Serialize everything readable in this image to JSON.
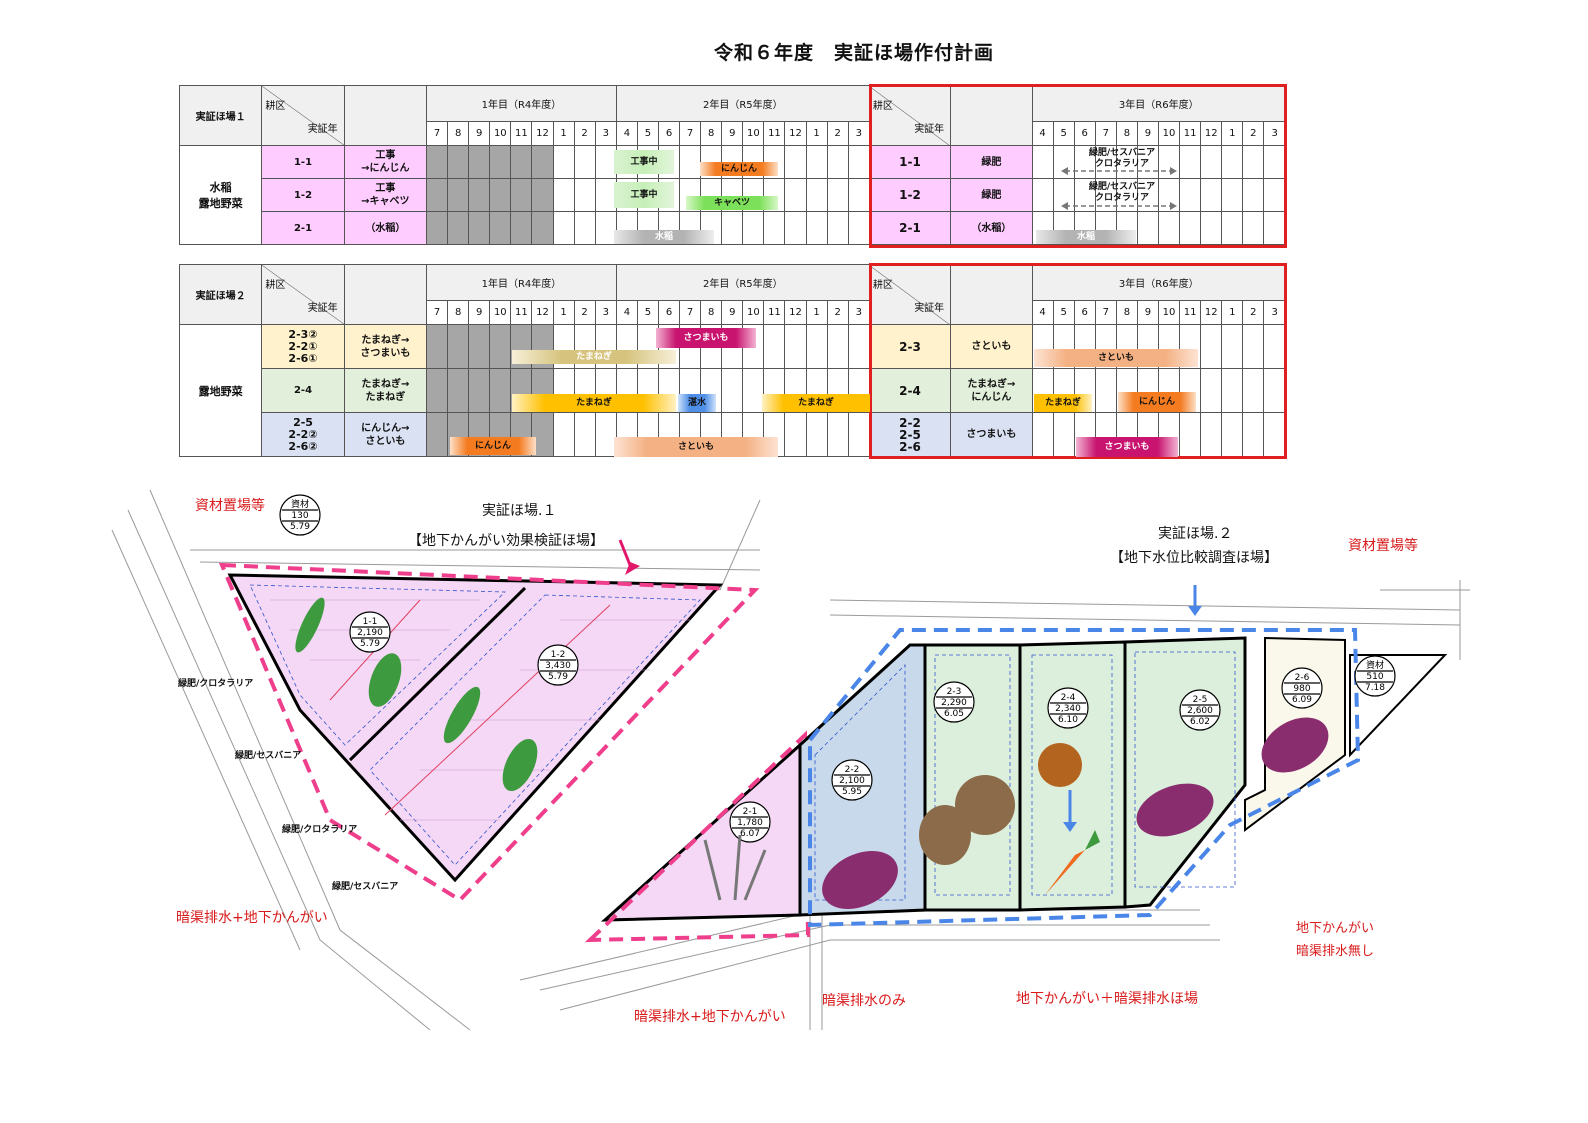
{
  "title": "令和６年度　実証ほ場作付計画",
  "table1": {
    "field_label": "実証ほ場１",
    "header_top": "実証年",
    "header_bottom": "耕区",
    "year1": "1年目（R4年度）",
    "year2": "2年目（R5年度）",
    "year3": "3年目（R6年度）",
    "months_y1": [
      "7",
      "8",
      "9",
      "10",
      "11",
      "12",
      "1",
      "2",
      "3"
    ],
    "months_y2": [
      "4",
      "5",
      "6",
      "7",
      "8",
      "9",
      "10",
      "11",
      "12",
      "1",
      "2",
      "3"
    ],
    "months_y3": [
      "4",
      "5",
      "6",
      "7",
      "8",
      "9",
      "10",
      "11",
      "12",
      "1",
      "2",
      "3"
    ],
    "category": "水稲\n露地野菜",
    "rows": [
      {
        "plot": "1-1",
        "crop": "工事\n→にんじん",
        "plot3": "1-1",
        "crop3": "緑肥"
      },
      {
        "plot": "1-2",
        "crop": "工事\n→キャベツ",
        "plot3": "1-2",
        "crop3": "緑肥"
      },
      {
        "plot": "2-1",
        "crop": "（水稲）",
        "plot3": "2-1",
        "crop3": "（水稲）"
      }
    ],
    "bars": {
      "koji1": "工事中",
      "ninjin": "にんじん",
      "koji2": "工事中",
      "cabbage": "キャベツ",
      "suito": "水稲",
      "ryokuhi1": "緑肥/セスバニア\nクロタラリア",
      "ryokuhi2": "緑肥/セスバニア\nクロタラリア",
      "suito3": "水稲"
    }
  },
  "table2": {
    "field_label": "実証ほ場２",
    "header_top": "実証年",
    "header_bottom": "耕区",
    "year1": "1年目（R4年度）",
    "year2": "2年目（R5年度）",
    "year3": "3年目（R6年度）",
    "category": "露地野菜",
    "rows": [
      {
        "plot": "2-3②\n2-2①\n2-6①",
        "crop": "たまねぎ→\nさつまいも",
        "plot3": "2-3",
        "crop3": "さといも"
      },
      {
        "plot": "2-4",
        "crop": "たまねぎ→\nたまねぎ",
        "plot3": "2-4",
        "crop3": "たまねぎ→\nにんじん"
      },
      {
        "plot": "2-5\n2-2②\n2-6②",
        "crop": "にんじん→\nさといも",
        "plot3": "2-2\n2-5\n2-6",
        "crop3": "さつまいも"
      }
    ],
    "bars": {
      "tamanegi1": "たまねぎ",
      "satsumaimo1": "さつまいも",
      "tamanegi2": "たまねぎ",
      "tansui": "湛水",
      "tamanegi3": "たまねぎ",
      "ninjin1": "にんじん",
      "satoimo1": "さといも",
      "satoimo3": "さといも",
      "tamanegi4": "たまねぎ",
      "ninjin3": "にんじん",
      "satsumaimo3": "さつまいも"
    }
  },
  "map": {
    "field1_title": "実証ほ場.１",
    "field1_subtitle": "【地下かんがい効果検証ほ場】",
    "field2_title": "実証ほ場.２",
    "field2_subtitle": "【地下水位比較調査ほ場】",
    "storage_left": "資材置場等",
    "storage_right": "資材置場等",
    "label_drain_irrig_left": "暗渠排水+地下かんがい",
    "label_drain_irrig_mid": "暗渠排水+地下かんがい",
    "label_drain_only": "暗渠排水のみ",
    "label_irrig_drain_field": "地下かんがい＋暗渠排水ほ場",
    "label_irrig_no_drain_1": "地下かんがい",
    "label_irrig_no_drain_2": "暗渠排水無し",
    "green_manure_1": "緑肥/クロタラリア",
    "green_manure_2": "緑肥/セスバニア",
    "green_manure_3": "緑肥/クロタラリア",
    "green_manure_4": "緑肥/セスバニア",
    "plots": [
      {
        "id": "資材",
        "area": "130",
        "elev": "5.79"
      },
      {
        "id": "1-1",
        "area": "2,190",
        "elev": "5.79"
      },
      {
        "id": "1-2",
        "area": "3,430",
        "elev": "5.79"
      },
      {
        "id": "2-1",
        "area": "1,780",
        "elev": "6.07"
      },
      {
        "id": "2-2",
        "area": "2,100",
        "elev": "5.95"
      },
      {
        "id": "2-3",
        "area": "2,290",
        "elev": "6.05"
      },
      {
        "id": "2-4",
        "area": "2,340",
        "elev": "6.10"
      },
      {
        "id": "2-5",
        "area": "2,600",
        "elev": "6.02"
      },
      {
        "id": "2-6",
        "area": "980",
        "elev": "6.09"
      },
      {
        "id": "資材",
        "area": "510",
        "elev": "7.18"
      }
    ]
  },
  "colors": {
    "red_frame": "#e02020",
    "pink_dash": "#ef3f8c",
    "blue_dash": "#4a86e8"
  }
}
